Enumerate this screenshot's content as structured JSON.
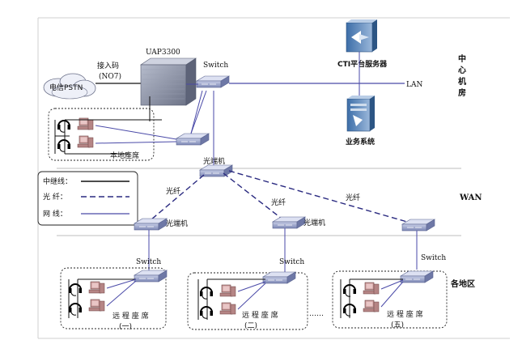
{
  "pstn_label": "电信PSTN",
  "access_code_label": "接入码",
  "access_code_value": "(NO7)",
  "uap_label": "UAP3300",
  "switch_label": "Switch",
  "lan_label": "LAN",
  "cti_label": "CTI平台服务器",
  "biz_label": "业务系统",
  "center_label": "中心机房",
  "local_seats_label": "本地座席",
  "optical_transceiver_label": "光端机",
  "fiber_label": "光纤",
  "wan_label": "WAN",
  "region_label": "各地区",
  "remote_seats_label": "远  程  座  席",
  "remote_1_index": "(一)",
  "remote_2_index": "(二)",
  "remote_5_index": "(五)",
  "ellipsis": "……",
  "legend": {
    "trunk": "中继线：",
    "fiber": "光  纤：",
    "network": "网  线："
  },
  "colors": {
    "trunk_line": "#111111",
    "fiber_line": "#2a2a80",
    "network_line": "#4a4aa8",
    "device_fill": "#9aa6cc"
  }
}
